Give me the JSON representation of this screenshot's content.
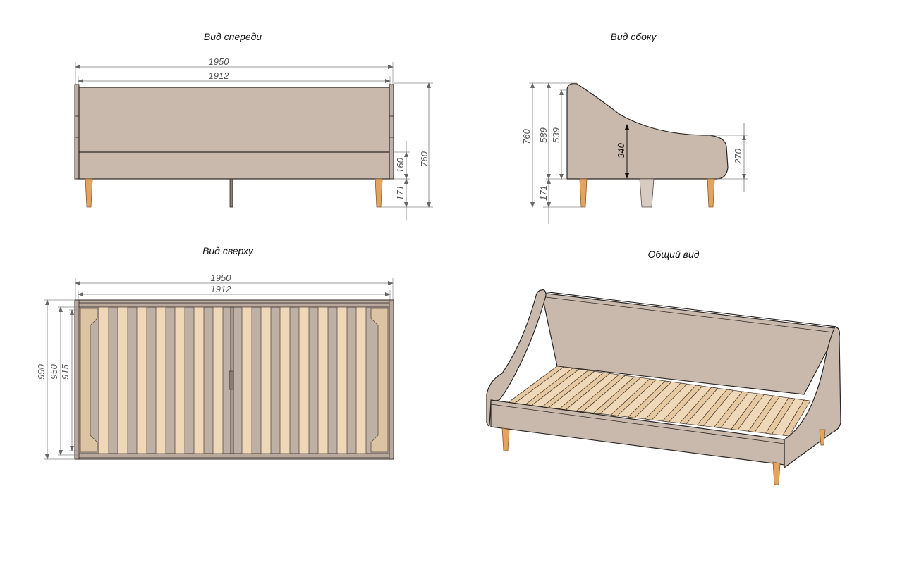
{
  "views": {
    "front": {
      "title": "Вид спереди",
      "dim_width_outer": "1950",
      "dim_width_inner": "1912",
      "dim_height": "760",
      "dim_panel": "160",
      "dim_leg": "171"
    },
    "side": {
      "title": "Вид сбоку",
      "dim_height": "760",
      "dim_back_outer": "589",
      "dim_back_inner": "539",
      "dim_mid": "340",
      "dim_arm": "270",
      "dim_leg": "171"
    },
    "top": {
      "title": "Вид сверху",
      "dim_width_outer": "1950",
      "dim_width_inner": "1912",
      "dim_depth_outer": "990",
      "dim_depth_mid": "950",
      "dim_depth_inner": "915"
    },
    "iso": {
      "title": "Общий вид"
    }
  },
  "colors": {
    "upholstery": "#c9b9ad",
    "legs": "#e2a45f",
    "slats": "#eed8b8",
    "dimension_lines": "#777777"
  }
}
